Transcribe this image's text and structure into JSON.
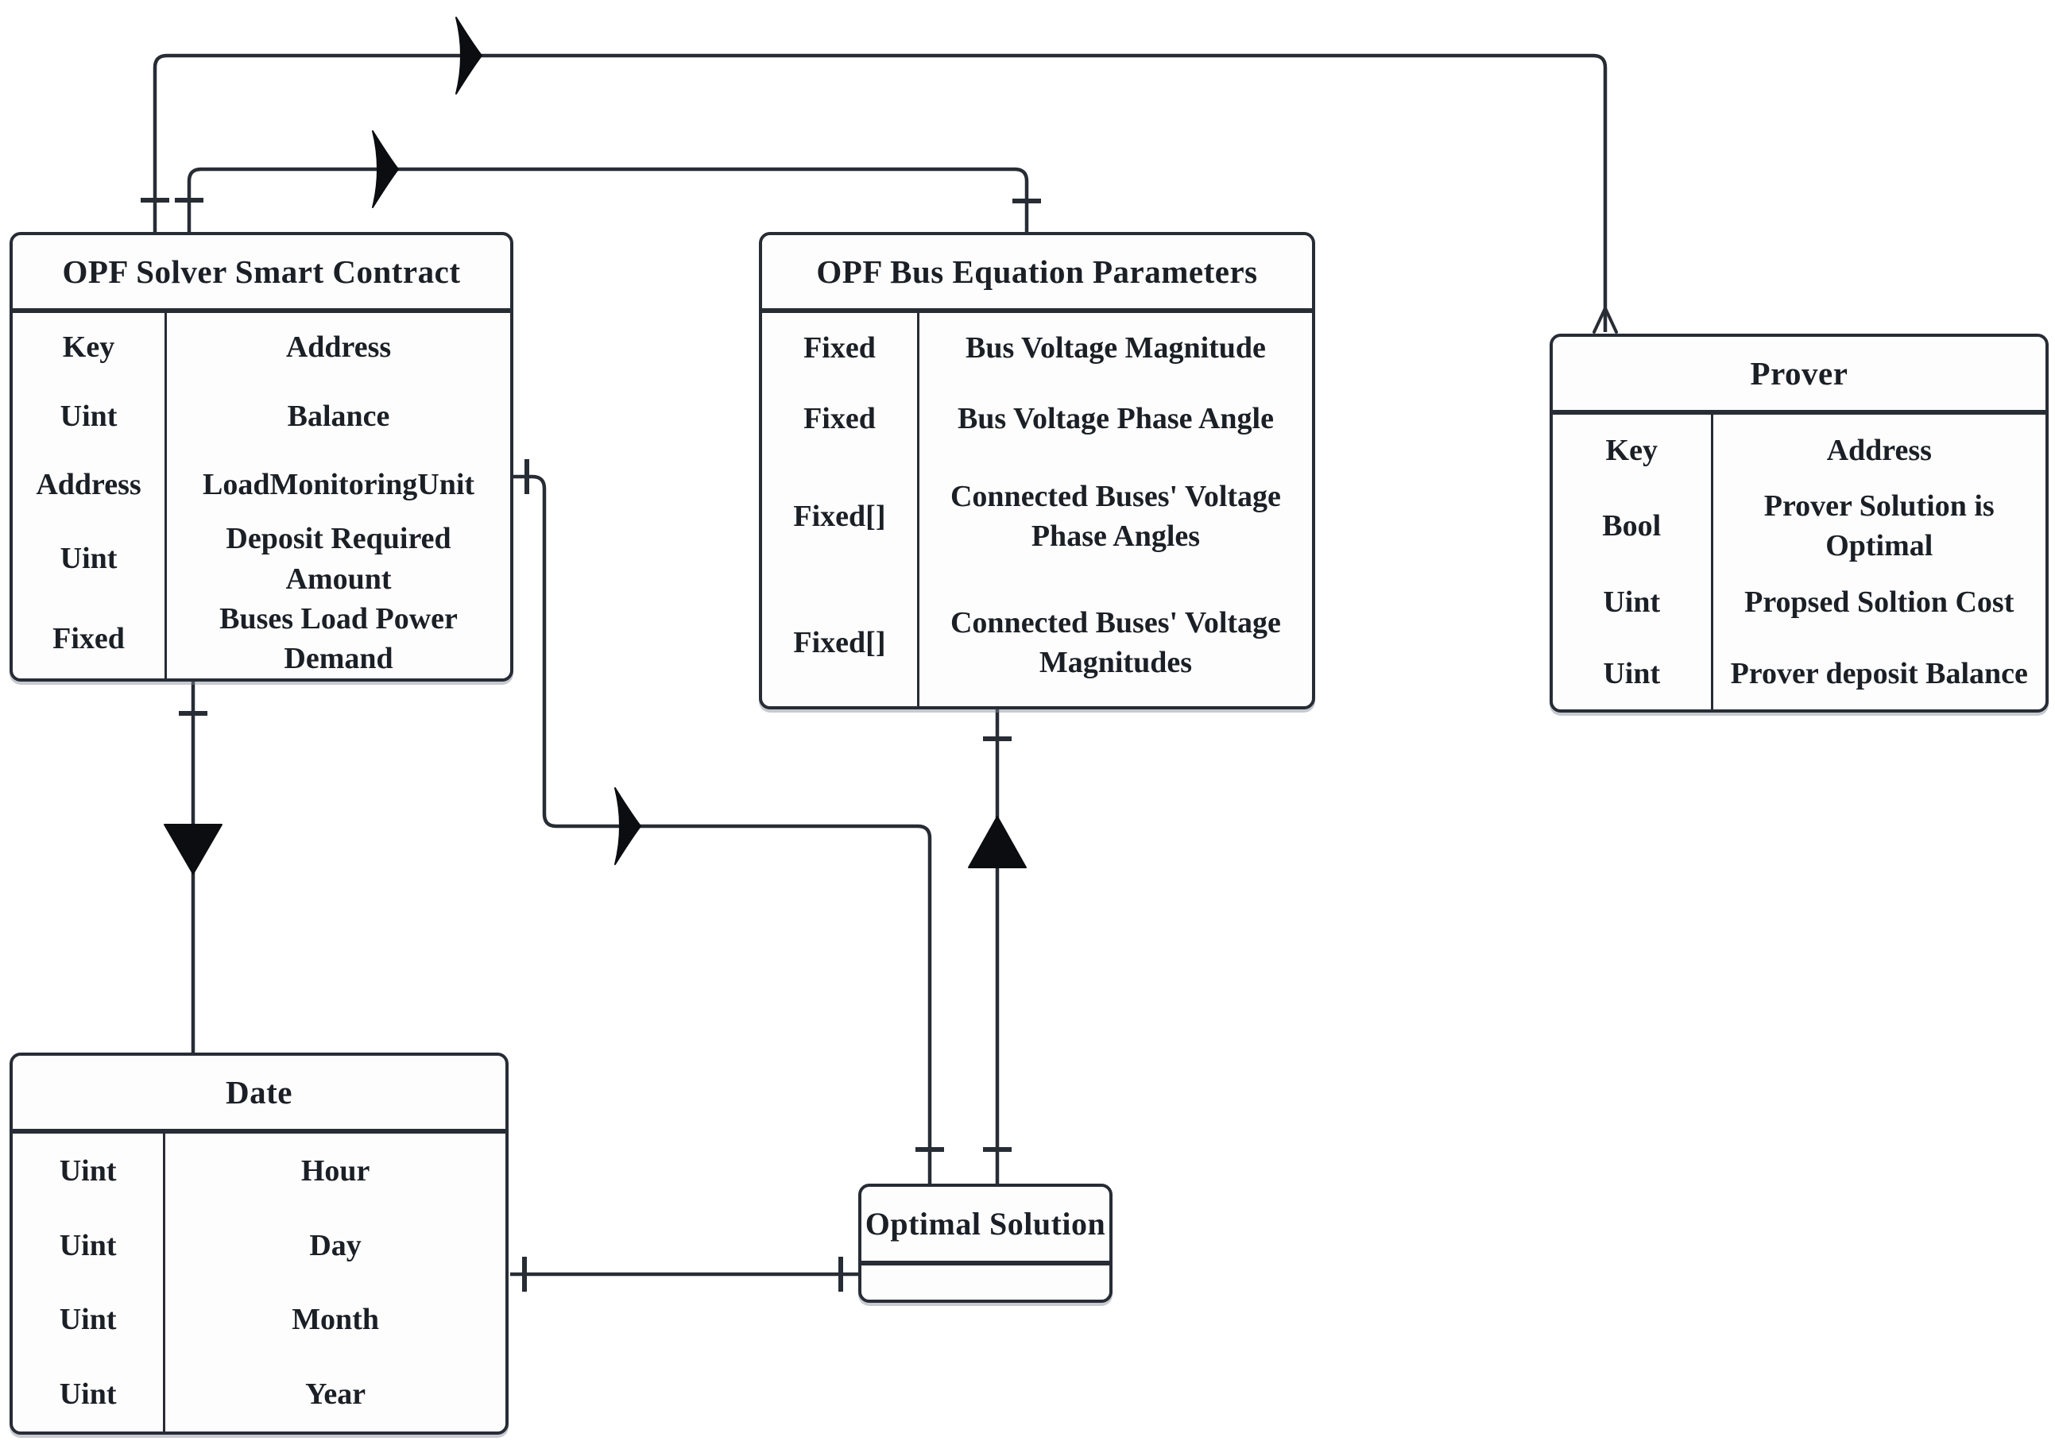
{
  "diagram": {
    "background_color": "#ffffff",
    "line_color": "#272c35",
    "entities": {
      "opf_solver": {
        "title": "OPF Solver Smart Contract",
        "rows": [
          {
            "type": "Key",
            "name": "Address"
          },
          {
            "type": "Uint",
            "name": "Balance"
          },
          {
            "type": "Address",
            "name": "LoadMonitoringUnit"
          },
          {
            "type": "Uint",
            "name": "Deposit Required Amount"
          },
          {
            "type": "Fixed",
            "name": "Buses Load Power Demand"
          }
        ]
      },
      "opf_bus": {
        "title": "OPF Bus Equation Parameters",
        "rows": [
          {
            "type": "Fixed",
            "name": "Bus Voltage Magnitude"
          },
          {
            "type": "Fixed",
            "name": "Bus Voltage Phase Angle"
          },
          {
            "type": "Fixed[]",
            "name": "Connected Buses' Voltage Phase Angles"
          },
          {
            "type": "Fixed[]",
            "name": "Connected Buses' Voltage Magnitudes"
          }
        ]
      },
      "prover": {
        "title": "Prover",
        "rows": [
          {
            "type": "Key",
            "name": "Address"
          },
          {
            "type": "Bool",
            "name": "Prover Solution is Optimal"
          },
          {
            "type": "Uint",
            "name": "Propsed Soltion Cost"
          },
          {
            "type": "Uint",
            "name": "Prover deposit Balance"
          }
        ]
      },
      "date": {
        "title": "Date",
        "rows": [
          {
            "type": "Uint",
            "name": "Hour"
          },
          {
            "type": "Uint",
            "name": "Day"
          },
          {
            "type": "Uint",
            "name": "Month"
          },
          {
            "type": "Uint",
            "name": "Year"
          }
        ]
      },
      "optimal_solution": {
        "title": "Optimal Solution",
        "rows": []
      }
    },
    "edges": [
      {
        "from": "opf_solver",
        "to": "prover"
      },
      {
        "from": "opf_solver",
        "to": "opf_bus"
      },
      {
        "from": "opf_solver",
        "to": "optimal_solution"
      },
      {
        "from": "opf_bus",
        "to": "optimal_solution"
      },
      {
        "from": "opf_solver",
        "to": "date"
      },
      {
        "from": "date",
        "to": "optimal_solution"
      }
    ]
  }
}
